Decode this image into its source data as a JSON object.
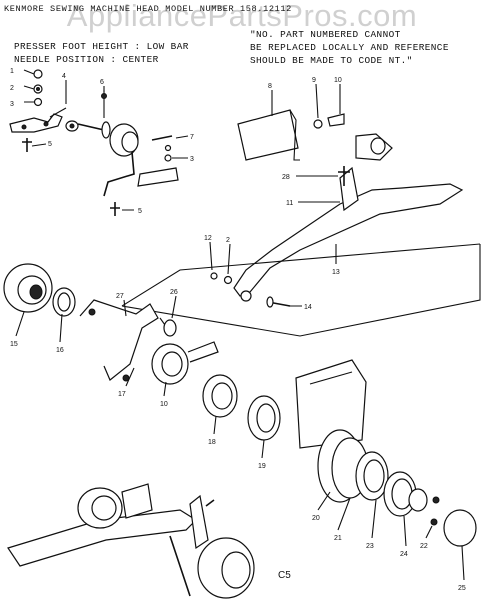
{
  "header": {
    "title": "KENMORE SEWING MACHINE HEAD MODEL NUMBER 158.12112"
  },
  "settings": {
    "line1": "PRESSER FOOT HEIGHT : LOW BAR",
    "line2": "NEEDLE POSITION : CENTER"
  },
  "note": {
    "line1": "\"NO.   PART NUMBERED   CANNOT",
    "line2": "BE REPLACED LOCALLY AND REFERENCE",
    "line3": "SHOULD BE MADE TO CODE NT.\""
  },
  "watermark": "AppliancePartsPros.com",
  "page_mark": "C5",
  "callouts": [
    "1",
    "2",
    "3",
    "4",
    "5",
    "6",
    "7",
    "3",
    "5",
    "8",
    "9",
    "10",
    "28",
    "11",
    "13",
    "12",
    "2",
    "14",
    "15",
    "16",
    "27",
    "26",
    "17",
    "10",
    "18",
    "19",
    "20",
    "21",
    "23",
    "24",
    "22",
    "25"
  ]
}
